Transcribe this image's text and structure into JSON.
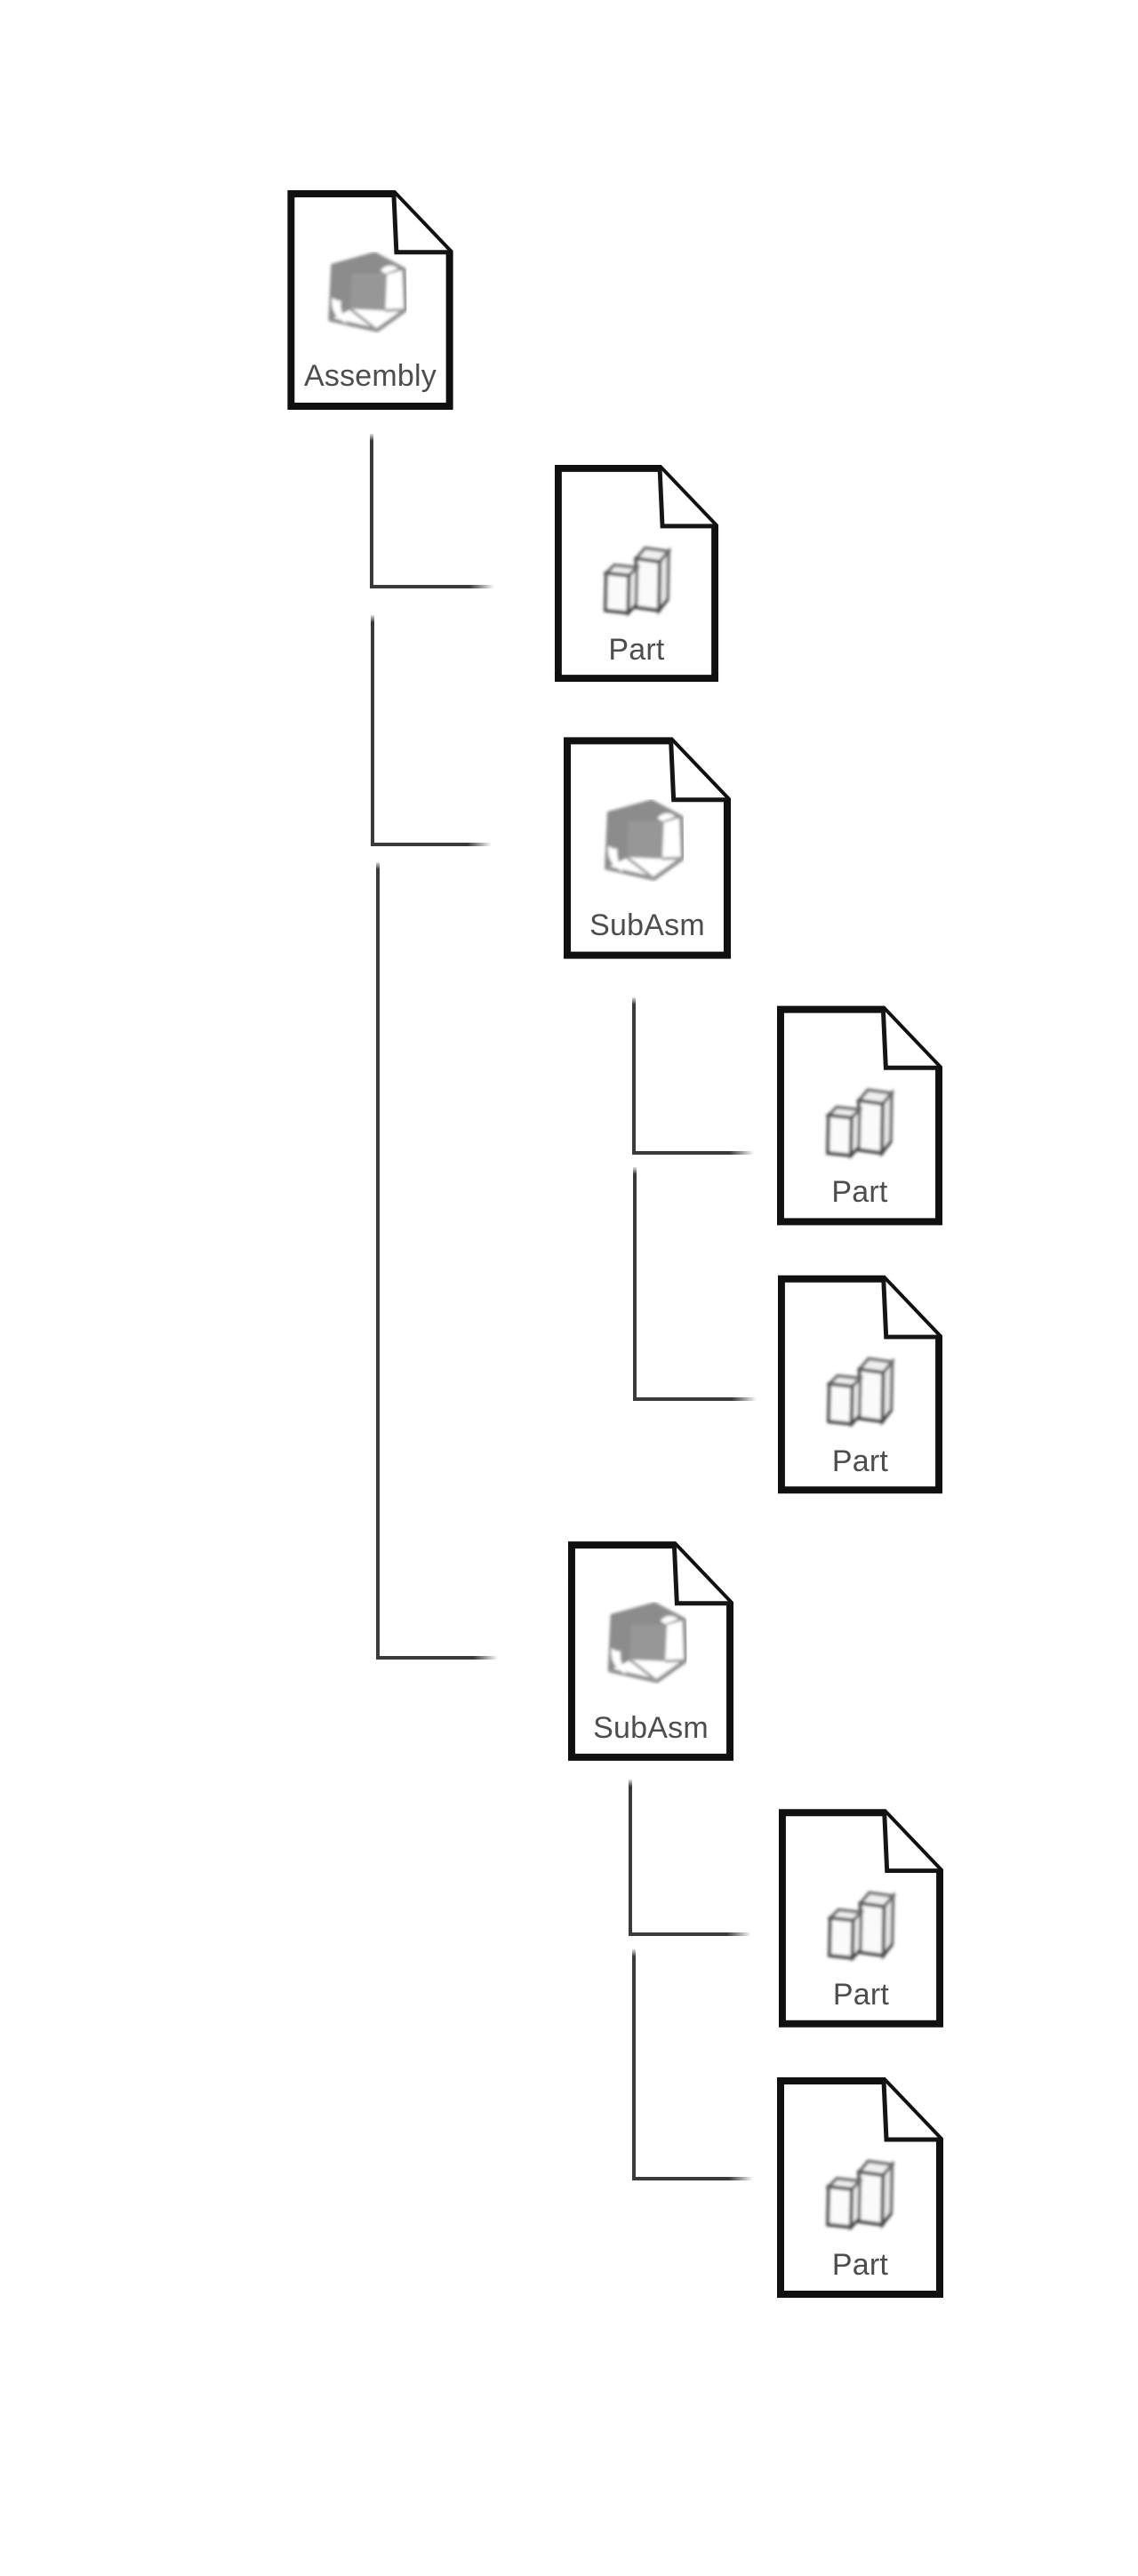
{
  "diagram": {
    "type": "assembly-structure-tree",
    "background": "#ffffff",
    "nodes": [
      {
        "id": "assembly",
        "label": "Assembly",
        "kind": "assembly",
        "icon": "assembly-cube-icon"
      },
      {
        "id": "part-1",
        "label": "Part",
        "kind": "part",
        "icon": "part-prisms-icon"
      },
      {
        "id": "subasm-1",
        "label": "SubAsm",
        "kind": "assembly",
        "icon": "assembly-cube-icon"
      },
      {
        "id": "part-2",
        "label": "Part",
        "kind": "part",
        "icon": "part-prisms-icon"
      },
      {
        "id": "part-3",
        "label": "Part",
        "kind": "part",
        "icon": "part-prisms-icon"
      },
      {
        "id": "subasm-2",
        "label": "SubAsm",
        "kind": "assembly",
        "icon": "assembly-cube-icon"
      },
      {
        "id": "part-4",
        "label": "Part",
        "kind": "part",
        "icon": "part-prisms-icon"
      },
      {
        "id": "part-5",
        "label": "Part",
        "kind": "part",
        "icon": "part-prisms-icon"
      }
    ],
    "edges": [
      {
        "from": "assembly",
        "to": "part-1"
      },
      {
        "from": "assembly",
        "to": "subasm-1"
      },
      {
        "from": "assembly",
        "to": "subasm-2"
      },
      {
        "from": "subasm-1",
        "to": "part-2"
      },
      {
        "from": "subasm-1",
        "to": "part-3"
      },
      {
        "from": "subasm-2",
        "to": "part-4"
      },
      {
        "from": "subasm-2",
        "to": "part-5"
      }
    ],
    "colors": {
      "document_border": "#111111",
      "connector_line": "#3a3a3a",
      "label_text": "#4d4d4d",
      "icon_gray": "#8c8c8c"
    }
  }
}
